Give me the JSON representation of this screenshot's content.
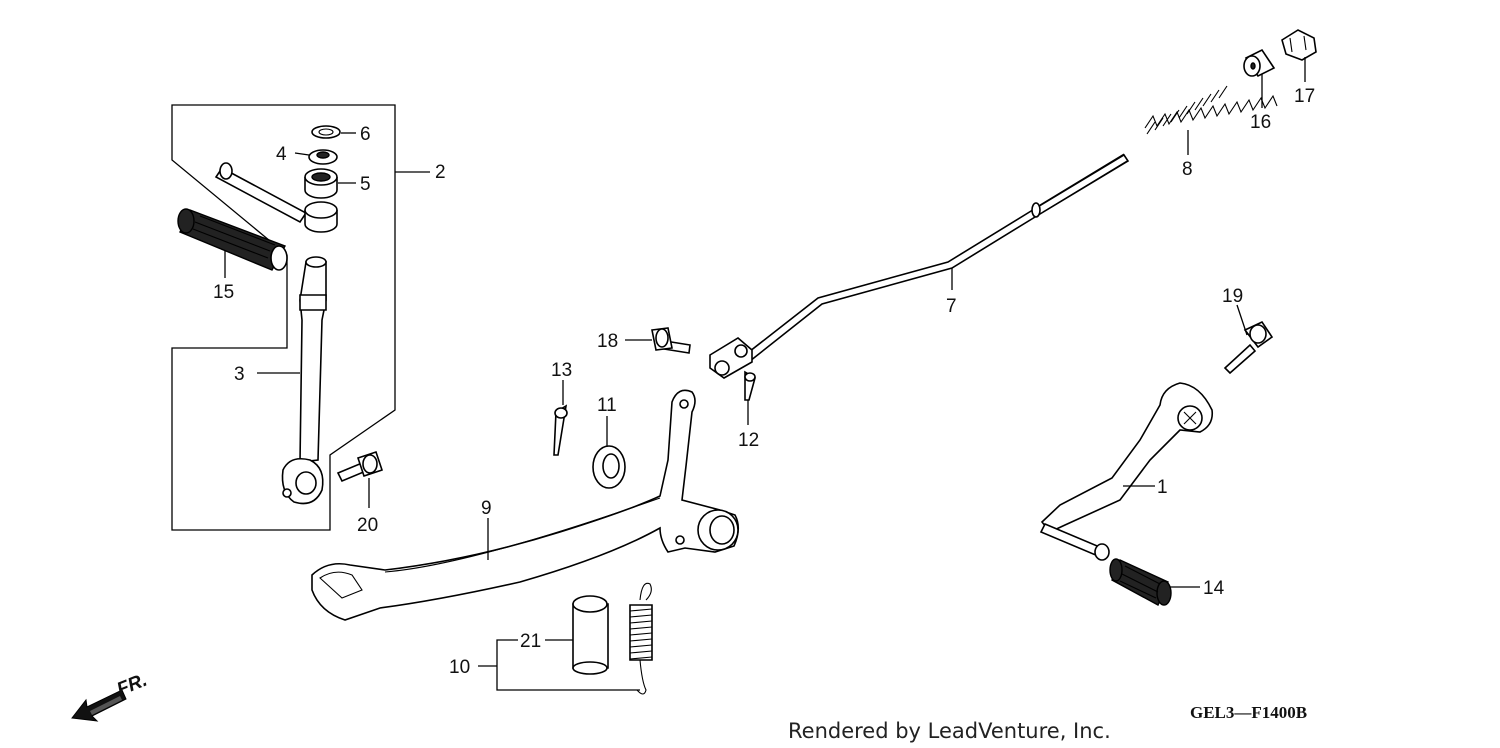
{
  "diagram": {
    "callouts": [
      {
        "id": "1",
        "text": "1"
      },
      {
        "id": "2",
        "text": "2"
      },
      {
        "id": "3",
        "text": "3"
      },
      {
        "id": "4",
        "text": "4"
      },
      {
        "id": "5",
        "text": "5"
      },
      {
        "id": "6",
        "text": "6"
      },
      {
        "id": "7",
        "text": "7"
      },
      {
        "id": "8",
        "text": "8"
      },
      {
        "id": "9",
        "text": "9"
      },
      {
        "id": "10",
        "text": "10"
      },
      {
        "id": "11",
        "text": "11"
      },
      {
        "id": "12",
        "text": "12"
      },
      {
        "id": "13",
        "text": "13"
      },
      {
        "id": "14",
        "text": "14"
      },
      {
        "id": "15",
        "text": "15"
      },
      {
        "id": "16",
        "text": "16"
      },
      {
        "id": "17",
        "text": "17"
      },
      {
        "id": "18",
        "text": "18"
      },
      {
        "id": "19",
        "text": "19"
      },
      {
        "id": "20",
        "text": "20"
      },
      {
        "id": "21",
        "text": "21"
      }
    ],
    "front_indicator": "FR.",
    "diagram_code": "GEL3—F1400B",
    "credit": "Rendered by LeadVenture, Inc."
  }
}
